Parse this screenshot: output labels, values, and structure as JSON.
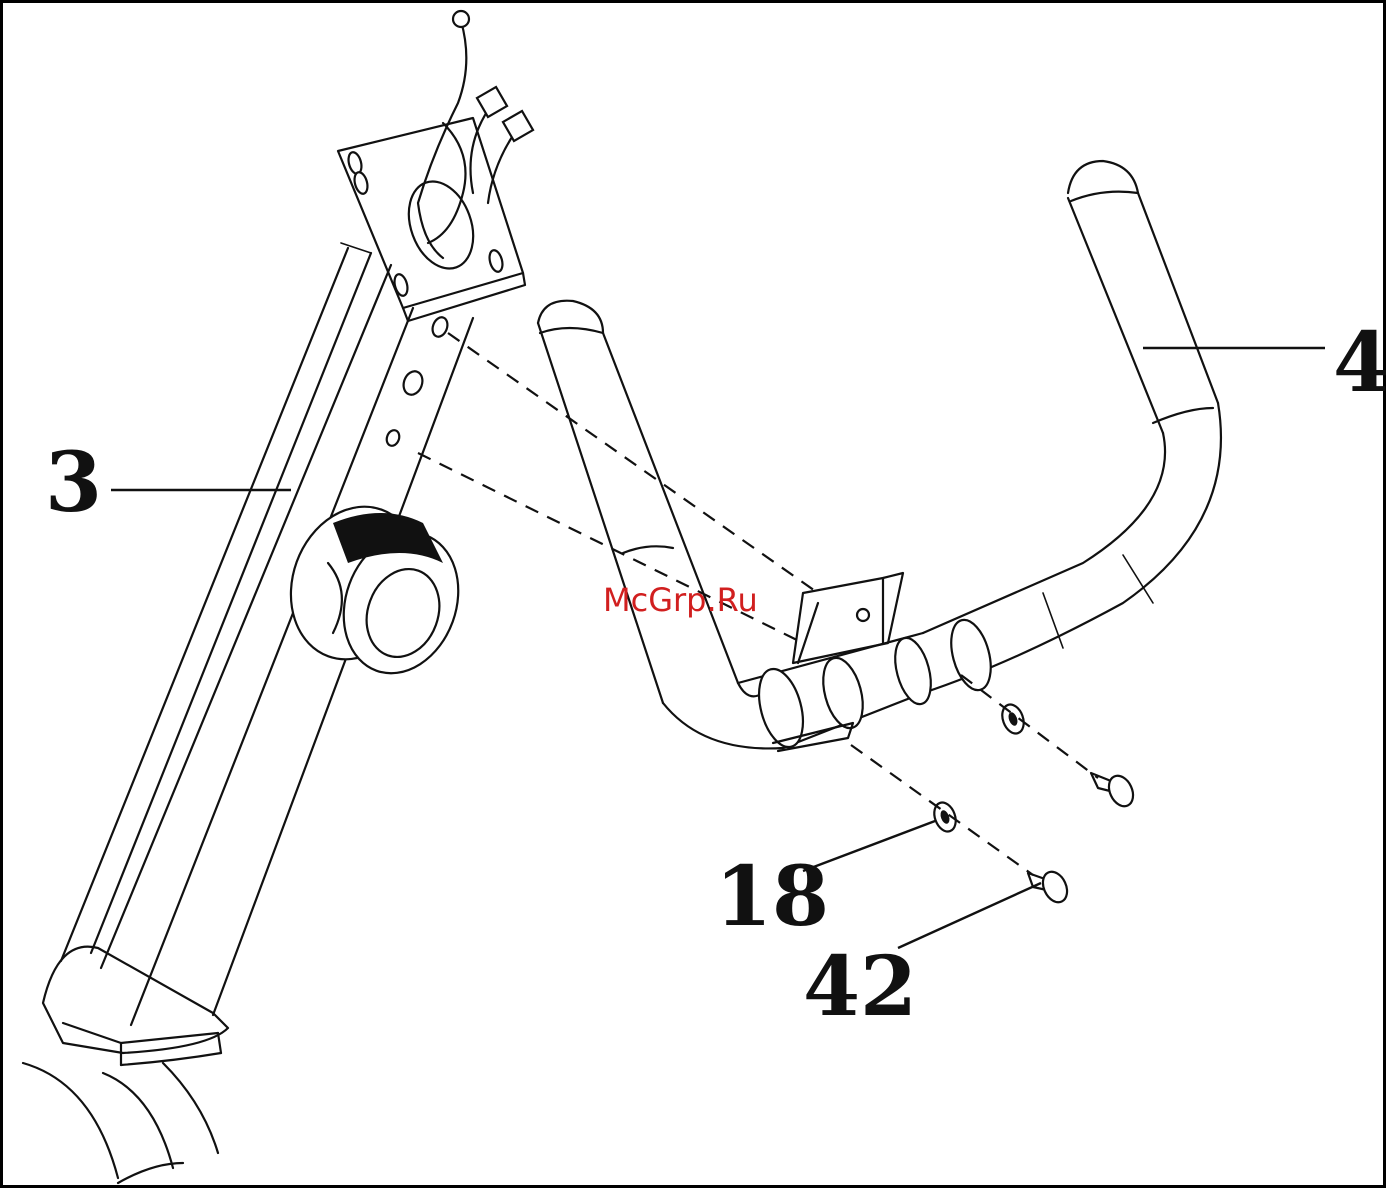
{
  "figure": {
    "callouts": [
      {
        "id": "upright-post",
        "label": "3"
      },
      {
        "id": "handlebar",
        "label": "4"
      },
      {
        "id": "washer",
        "label": "18"
      },
      {
        "id": "bolt",
        "label": "42"
      }
    ],
    "watermark": "McGrp.Ru"
  },
  "colors": {
    "line": "#111111",
    "background": "#ffffff",
    "watermark": "#d11f1f"
  }
}
